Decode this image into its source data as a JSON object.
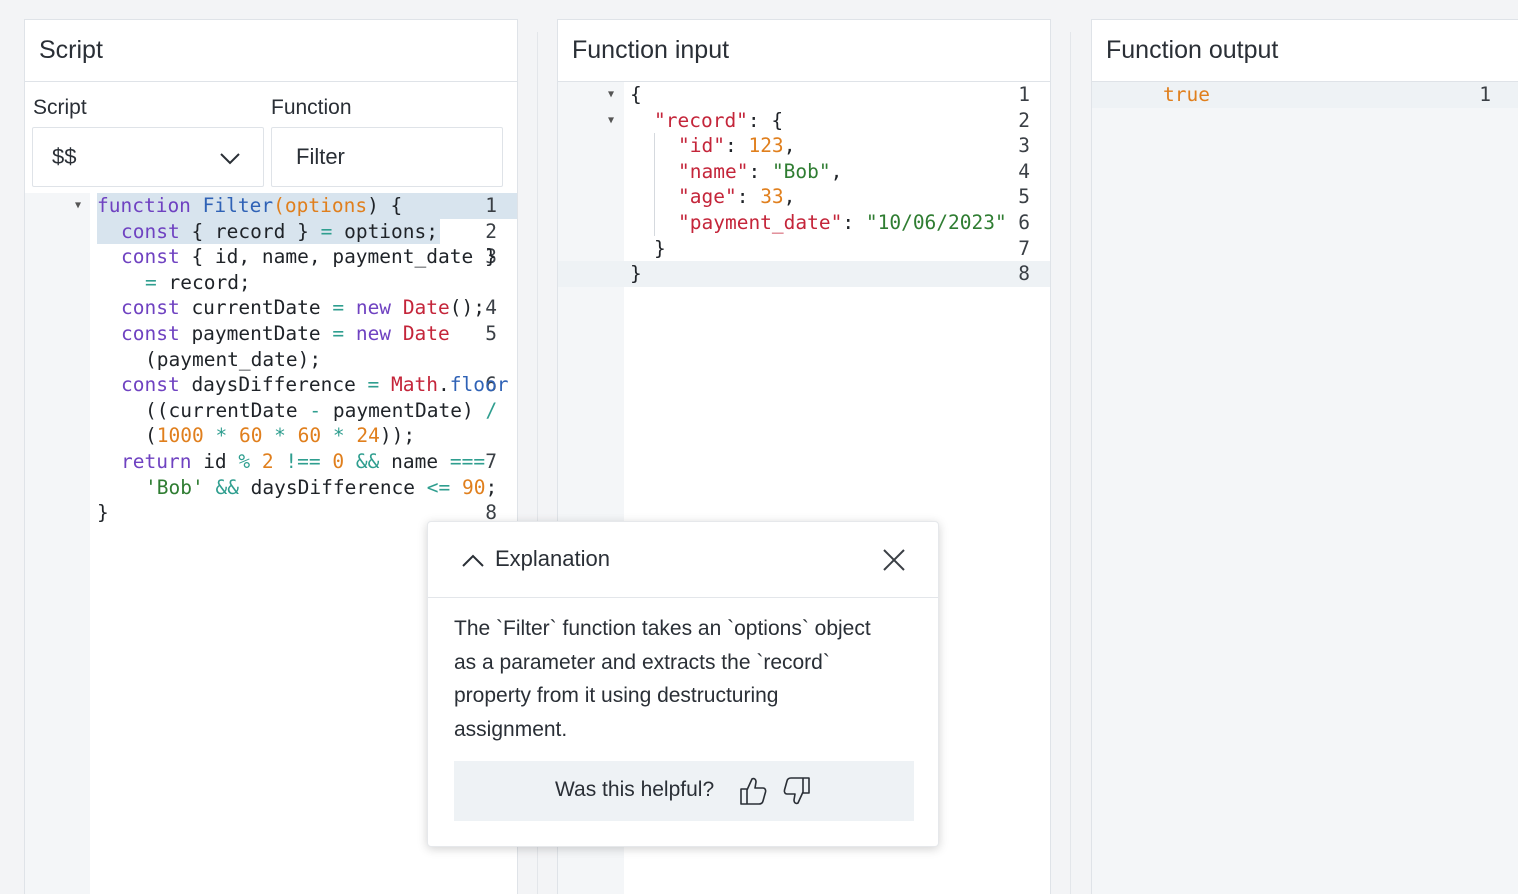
{
  "script_panel": {
    "title": "Script",
    "script_label": "Script",
    "script_value": "$$",
    "function_label": "Function",
    "function_value": "Filter",
    "line_numbers": [
      "1",
      "2",
      "3",
      "4",
      "5",
      "6",
      "7",
      "8"
    ]
  },
  "input_panel": {
    "title": "Function input",
    "line_numbers": [
      "1",
      "2",
      "3",
      "4",
      "5",
      "6",
      "7",
      "8"
    ]
  },
  "output_panel": {
    "title": "Function output",
    "line_numbers": [
      "1"
    ],
    "value": "true"
  },
  "code": {
    "l1_kw": "function",
    "l1_fn": "Filter",
    "l1_p1": "(",
    "l1_pm": "options",
    "l1_p2": ") {",
    "l2_kw": "const",
    "l2_a": " { record } ",
    "l2_op": "=",
    "l2_b": " options;",
    "l3_kw": "const",
    "l3_a": " { id, name, payment_date }",
    "l3b_op": "=",
    "l3b_a": " record;",
    "l4_kw": "const",
    "l4_a": " currentDate ",
    "l4_op": "=",
    "l4_sp": " ",
    "l4_new": "new",
    "l4_sp2": " ",
    "l4_ty": "Date",
    "l4_b": "();",
    "l5_kw": "const",
    "l5_a": " paymentDate ",
    "l5_op": "=",
    "l5_sp": " ",
    "l5_new": "new",
    "l5_sp2": " ",
    "l5_ty": "Date",
    "l5b": "(payment_date);",
    "l6_kw": "const",
    "l6_a": " daysDifference ",
    "l6_op": "=",
    "l6_sp": " ",
    "l6_ty": "Math",
    "l6_dot": ".",
    "l6_fn": "floor",
    "l6b_a": "((currentDate ",
    "l6b_op": "-",
    "l6b_b": " paymentDate) ",
    "l6b_op2": "/",
    "l6c_a": "(",
    "l6c_n1": "1000",
    "l6c_o1": " * ",
    "l6c_n2": "60",
    "l6c_o2": " * ",
    "l6c_n3": "60",
    "l6c_o3": " * ",
    "l6c_n4": "24",
    "l6c_b": "));",
    "l7_kw": "return",
    "l7_a": " id ",
    "l7_op1": "%",
    "l7_sp": " ",
    "l7_n1": "2",
    "l7_sp2": " ",
    "l7_op2": "!==",
    "l7_sp3": " ",
    "l7_n2": "0",
    "l7_sp4": " ",
    "l7_op3": "&&",
    "l7_b": " name ",
    "l7_op4": "===",
    "l7b_st": "'Bob'",
    "l7b_sp": " ",
    "l7b_op": "&&",
    "l7b_a": " daysDifference ",
    "l7b_op2": "<=",
    "l7b_sp2": " ",
    "l7b_n": "90",
    "l7b_b": ";",
    "l8": "}"
  },
  "json": {
    "l1": "{",
    "l2_k": "\"record\"",
    "l2_a": ": {",
    "l3_k": "\"id\"",
    "l3_a": ": ",
    "l3_v": "123",
    "l3_b": ",",
    "l4_k": "\"name\"",
    "l4_a": ": ",
    "l4_v": "\"Bob\"",
    "l4_b": ",",
    "l5_k": "\"age\"",
    "l5_a": ": ",
    "l5_v": "33",
    "l5_b": ",",
    "l6_k": "\"payment_date\"",
    "l6_a": ": ",
    "l6_v": "\"10/06/2023\"",
    "l7": "}",
    "l8": "}"
  },
  "explanation": {
    "title": "Explanation",
    "body_lines": [
      "The `Filter` function takes an `options` object",
      "as a parameter and extracts the `record`",
      "property from it using destructuring",
      "assignment."
    ],
    "feedback_label": "Was this helpful?"
  }
}
